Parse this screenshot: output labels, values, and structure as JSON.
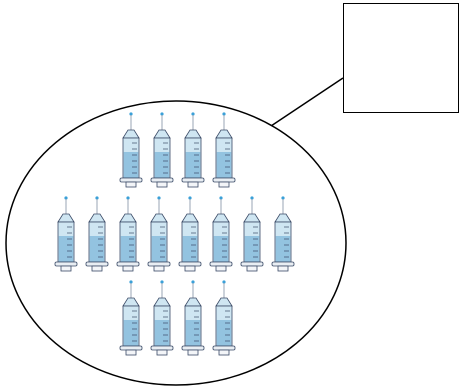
{
  "diagram": {
    "callout_text": "",
    "icon": "syringe-icon",
    "colors": {
      "outline": "#000000",
      "syringe_body": "#cfe6f2",
      "syringe_liquid": "#7fb7d9",
      "syringe_stroke": "#3a4a66",
      "needle_tip": "#3aa0d8"
    },
    "groups": [
      {
        "name": "top-row",
        "count": 4
      },
      {
        "name": "middle-row",
        "count": 8
      },
      {
        "name": "bottom-row",
        "count": 4
      }
    ]
  }
}
